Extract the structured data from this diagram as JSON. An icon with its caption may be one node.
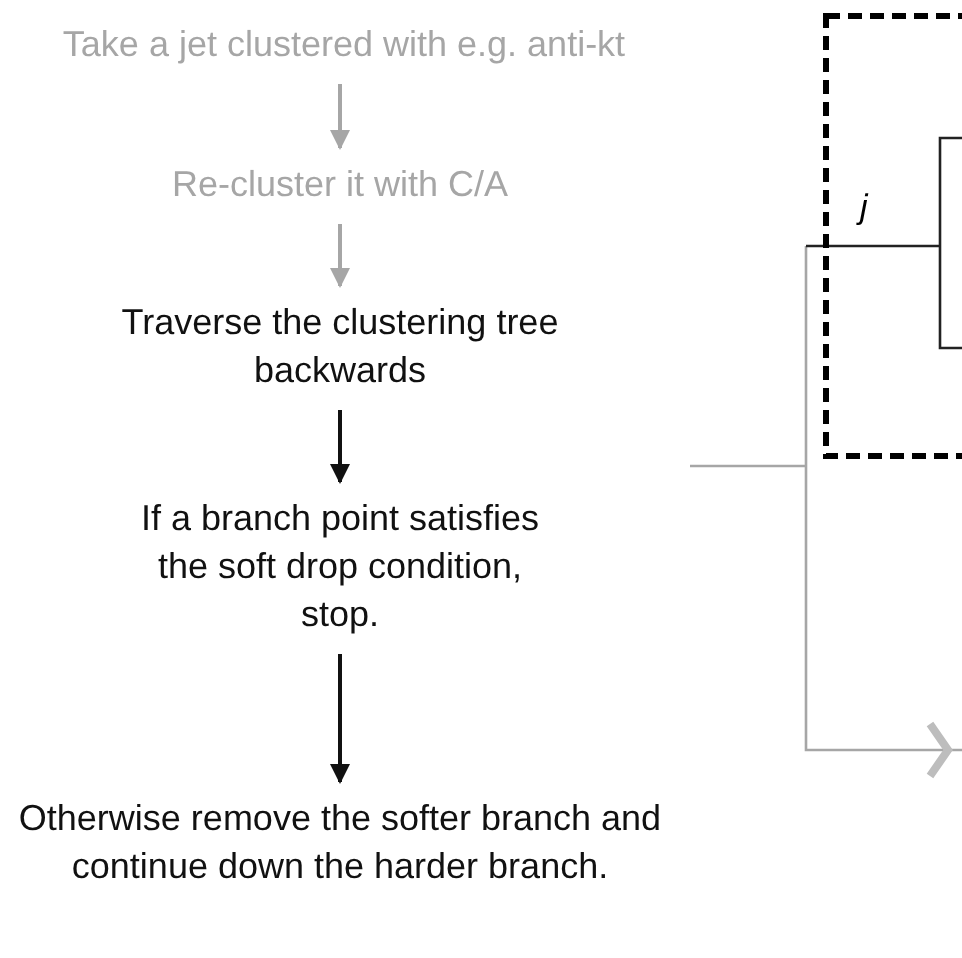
{
  "diagram": {
    "nodes": [
      {
        "text": [
          "Take a jet clustered with e.g. anti-kt"
        ]
      },
      {
        "text": [
          "Re-cluster it with C/A"
        ]
      },
      {
        "text": [
          "Traverse the clustering tree backwards"
        ]
      },
      {
        "text": [
          "If a branch point satisfies the soft drop condition, stop."
        ]
      },
      {
        "text": [
          "Otherwise remove the softer branch and continue down the harder branch."
        ]
      }
    ],
    "edges": [
      {
        "from": 0,
        "to": 1,
        "arrow": "to",
        "color": "#a6a6a6"
      },
      {
        "from": 1,
        "to": 2,
        "arrow": "to",
        "color": "#a6a6a6"
      },
      {
        "from": 2,
        "to": 3,
        "arrow": "to",
        "color": "#111111"
      },
      {
        "from": 3,
        "to": 4,
        "arrow": "to",
        "color": "#111111"
      }
    ],
    "labels": [
      "j"
    ]
  }
}
